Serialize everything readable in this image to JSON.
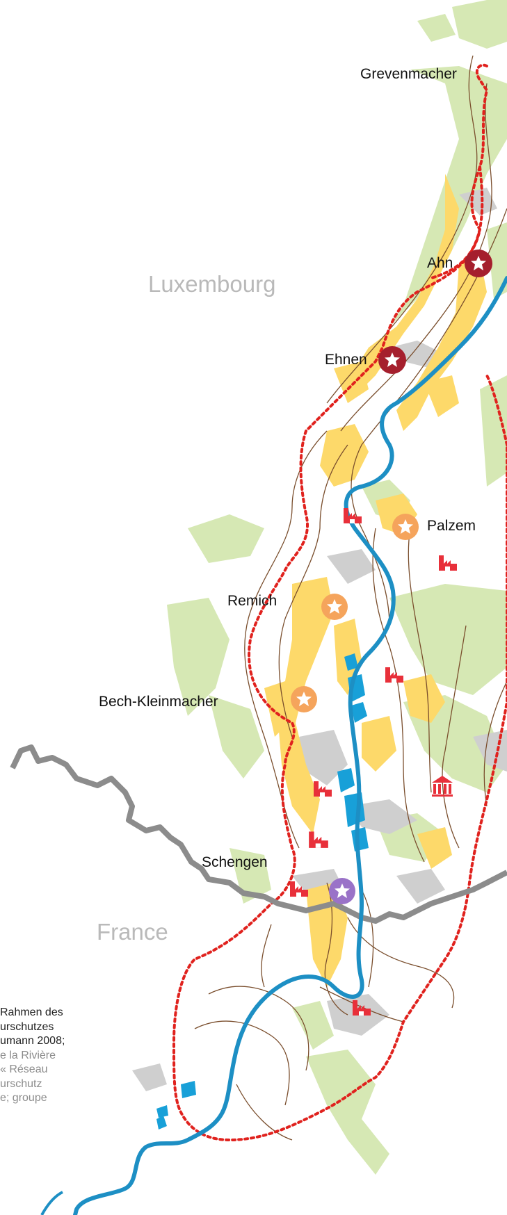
{
  "places": {
    "grevenmacher": "Grevenmacher",
    "ahn": "Ahn",
    "ehnen": "Ehnen",
    "palzem": "Palzem",
    "remich": "Remich",
    "bech_kleinmacher": "Bech-Kleinmacher",
    "schengen": "Schengen"
  },
  "countries": {
    "luxembourg": "Luxembourg",
    "france": "France"
  },
  "caption": {
    "de_lines": [
      "Rahmen des",
      "urschutzes",
      "umann 2008;"
    ],
    "fr_lines": [
      "e la Rivière",
      "« Réseau",
      "urschutz",
      "e; groupe"
    ]
  },
  "colors": {
    "vineyard": "#fdd96a",
    "forest": "#d6e8b4",
    "urban": "#cfcfcf",
    "river": "#1d8fc4",
    "border": "#8c8c8c",
    "boundary": "#e0221e",
    "contour": "#7a4e2d",
    "star_dark": "#a51f2d",
    "star_orange": "#f5a45c",
    "star_purple": "#9a72c8",
    "poi_red": "#e8303a",
    "water_blue": "#18a0d8"
  },
  "icons": {
    "dark_star": "star-dark-red-icon",
    "orange_star": "star-orange-icon",
    "purple_star": "star-purple-icon",
    "factory": "factory-icon",
    "museum": "museum-icon"
  }
}
